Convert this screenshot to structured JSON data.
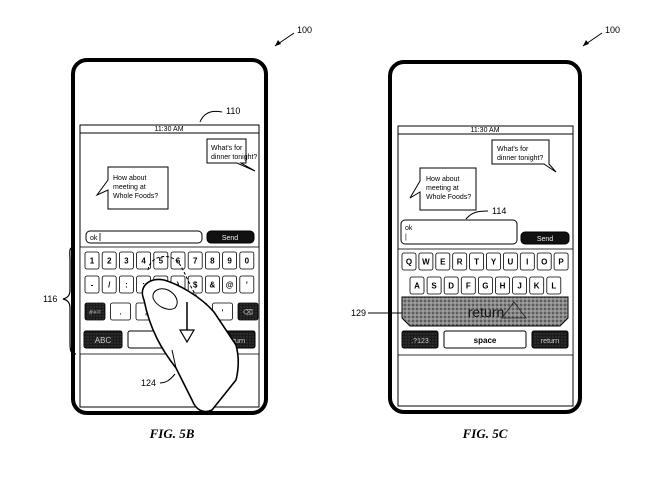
{
  "ref_device": "100",
  "figures": {
    "left": {
      "caption": "FIG. 5B",
      "ref_screen": "110",
      "ref_keyboard": "116",
      "ref_finger": "124",
      "status_time": "11:30 AM",
      "bubble_incoming": [
        "What's for",
        "dinner tonight?"
      ],
      "bubble_outgoing": [
        "How about",
        "meeting at",
        "Whole Foods?"
      ],
      "input_text": "ok",
      "send_label": "Send",
      "keys_row1": [
        "1",
        "2",
        "3",
        "4",
        "5",
        "6",
        "7",
        "8",
        "9",
        "0"
      ],
      "keys_row2": [
        "-",
        "/",
        ":",
        ";",
        "(",
        ")",
        "$",
        "&",
        "@",
        "'"
      ],
      "keys_row3": [
        "#+=",
        ".",
        ",",
        "?",
        "!",
        "'",
        "⌫"
      ],
      "bottom_left_label": "ABC",
      "bottom_right_label": "return"
    },
    "right": {
      "caption": "FIG. 5C",
      "ref_input": "114",
      "ref_return": "129",
      "status_time": "11:30 AM",
      "bubble_incoming": [
        "What's for",
        "dinner tonight?"
      ],
      "bubble_outgoing": [
        "How about",
        "meeting at",
        "Whole Foods?"
      ],
      "input_lines": [
        "ok",
        "|"
      ],
      "send_label": "Send",
      "keys_row1": [
        "Q",
        "W",
        "E",
        "R",
        "T",
        "Y",
        "U",
        "I",
        "O",
        "P"
      ],
      "keys_row2": [
        "A",
        "S",
        "D",
        "F",
        "G",
        "H",
        "J",
        "K",
        "L"
      ],
      "return_label": "return",
      "bottom_left_label": ".?123",
      "space_label": "space",
      "bottom_right_label": "return"
    }
  }
}
